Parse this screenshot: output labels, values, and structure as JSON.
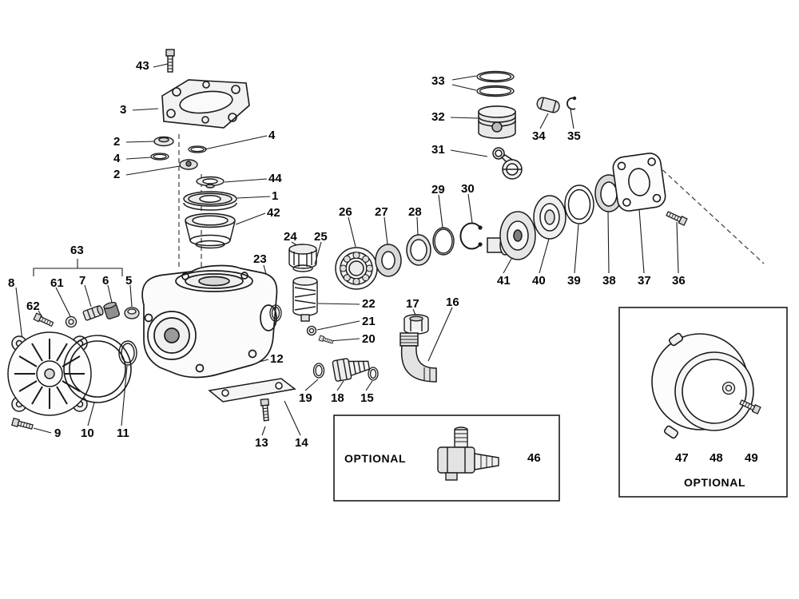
{
  "colors": {
    "ink": "#1a1a1a",
    "background": "#ffffff",
    "shade_light": "#ececec",
    "shade_mid": "#cfcfcf",
    "shade_dark": "#8f8f8f"
  },
  "callouts": {
    "l43": "43",
    "l3": "3",
    "l2a": "2",
    "l4a": "4",
    "l2b": "2",
    "l4b": "4",
    "l44": "44",
    "l1": "1",
    "l42": "42",
    "l63": "63",
    "l8": "8",
    "l61": "61",
    "l7": "7",
    "l6": "6",
    "l5": "5",
    "l62": "62",
    "l9": "9",
    "l10": "10",
    "l11": "11",
    "l23": "23",
    "l24": "24",
    "l25": "25",
    "l26": "26",
    "l27": "27",
    "l28": "28",
    "l29": "29",
    "l30": "30",
    "l33": "33",
    "l32": "32",
    "l31": "31",
    "l34": "34",
    "l35": "35",
    "l41": "41",
    "l40": "40",
    "l39": "39",
    "l38": "38",
    "l37": "37",
    "l36": "36",
    "l22": "22",
    "l21": "21",
    "l20": "20",
    "l17": "17",
    "l16": "16",
    "l12": "12",
    "l19": "19",
    "l18": "18",
    "l15": "15",
    "l13": "13",
    "l14": "14",
    "l46": "46",
    "l47": "47",
    "l48": "48",
    "l49": "49"
  },
  "optional_boxes": {
    "center": "OPTIONAL",
    "right": "OPTIONAL"
  }
}
